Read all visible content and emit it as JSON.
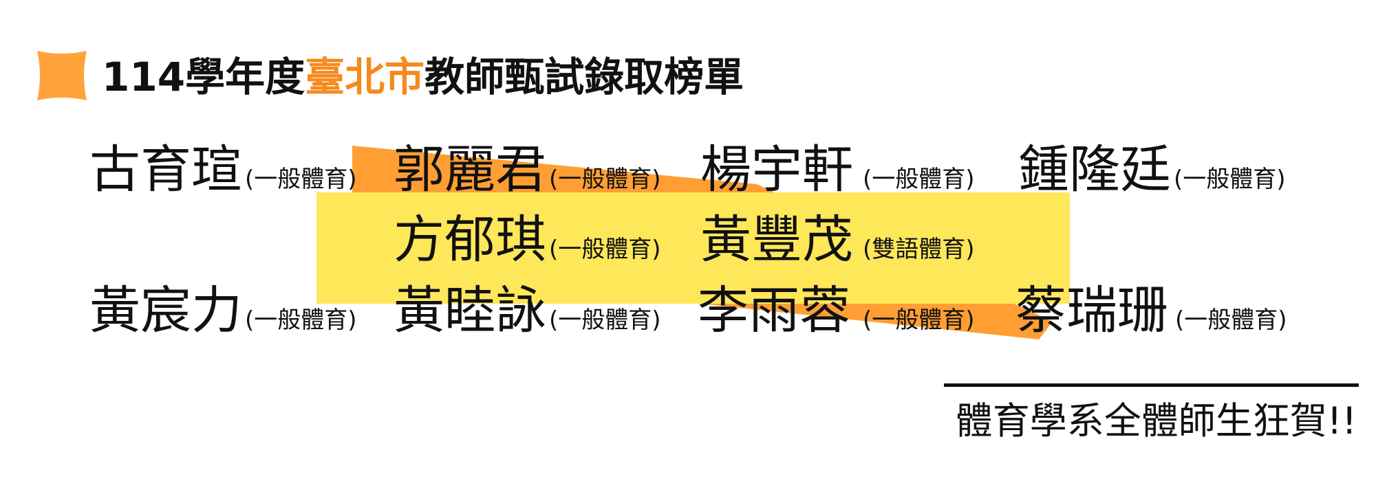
{
  "header": {
    "title_prefix": "114學年度",
    "title_highlight": "臺北市",
    "title_suffix": "教師甄試錄取榜單"
  },
  "colors": {
    "accent_orange": "#f58a1f",
    "icon_orange": "#ffa33a",
    "banner_orange": "#ff9f33",
    "banner_yellow": "#ffe75a",
    "text": "#111111"
  },
  "icons": {
    "header": "square-badge-icon"
  },
  "entries": [
    {
      "name": "古育瑄",
      "category": "(一般體育)"
    },
    {
      "name": "郭麗君",
      "category": "(一般體育)"
    },
    {
      "name": "楊宇軒",
      "category": "(一般體育)"
    },
    {
      "name": "鍾隆廷",
      "category": "(一般體育)"
    },
    {
      "name": "方郁琪",
      "category": "(一般體育)"
    },
    {
      "name": "黃豐茂",
      "category": "(雙語體育)"
    },
    {
      "name": "黃宸力",
      "category": "(一般體育)"
    },
    {
      "name": "黃睦詠",
      "category": "(一般體育)"
    },
    {
      "name": "李雨蓉",
      "category": "(一般體育)"
    },
    {
      "name": "蔡瑞珊",
      "category": "(一般體育)"
    }
  ],
  "footer": {
    "congrats": "體育學系全體師生狂賀!!"
  }
}
